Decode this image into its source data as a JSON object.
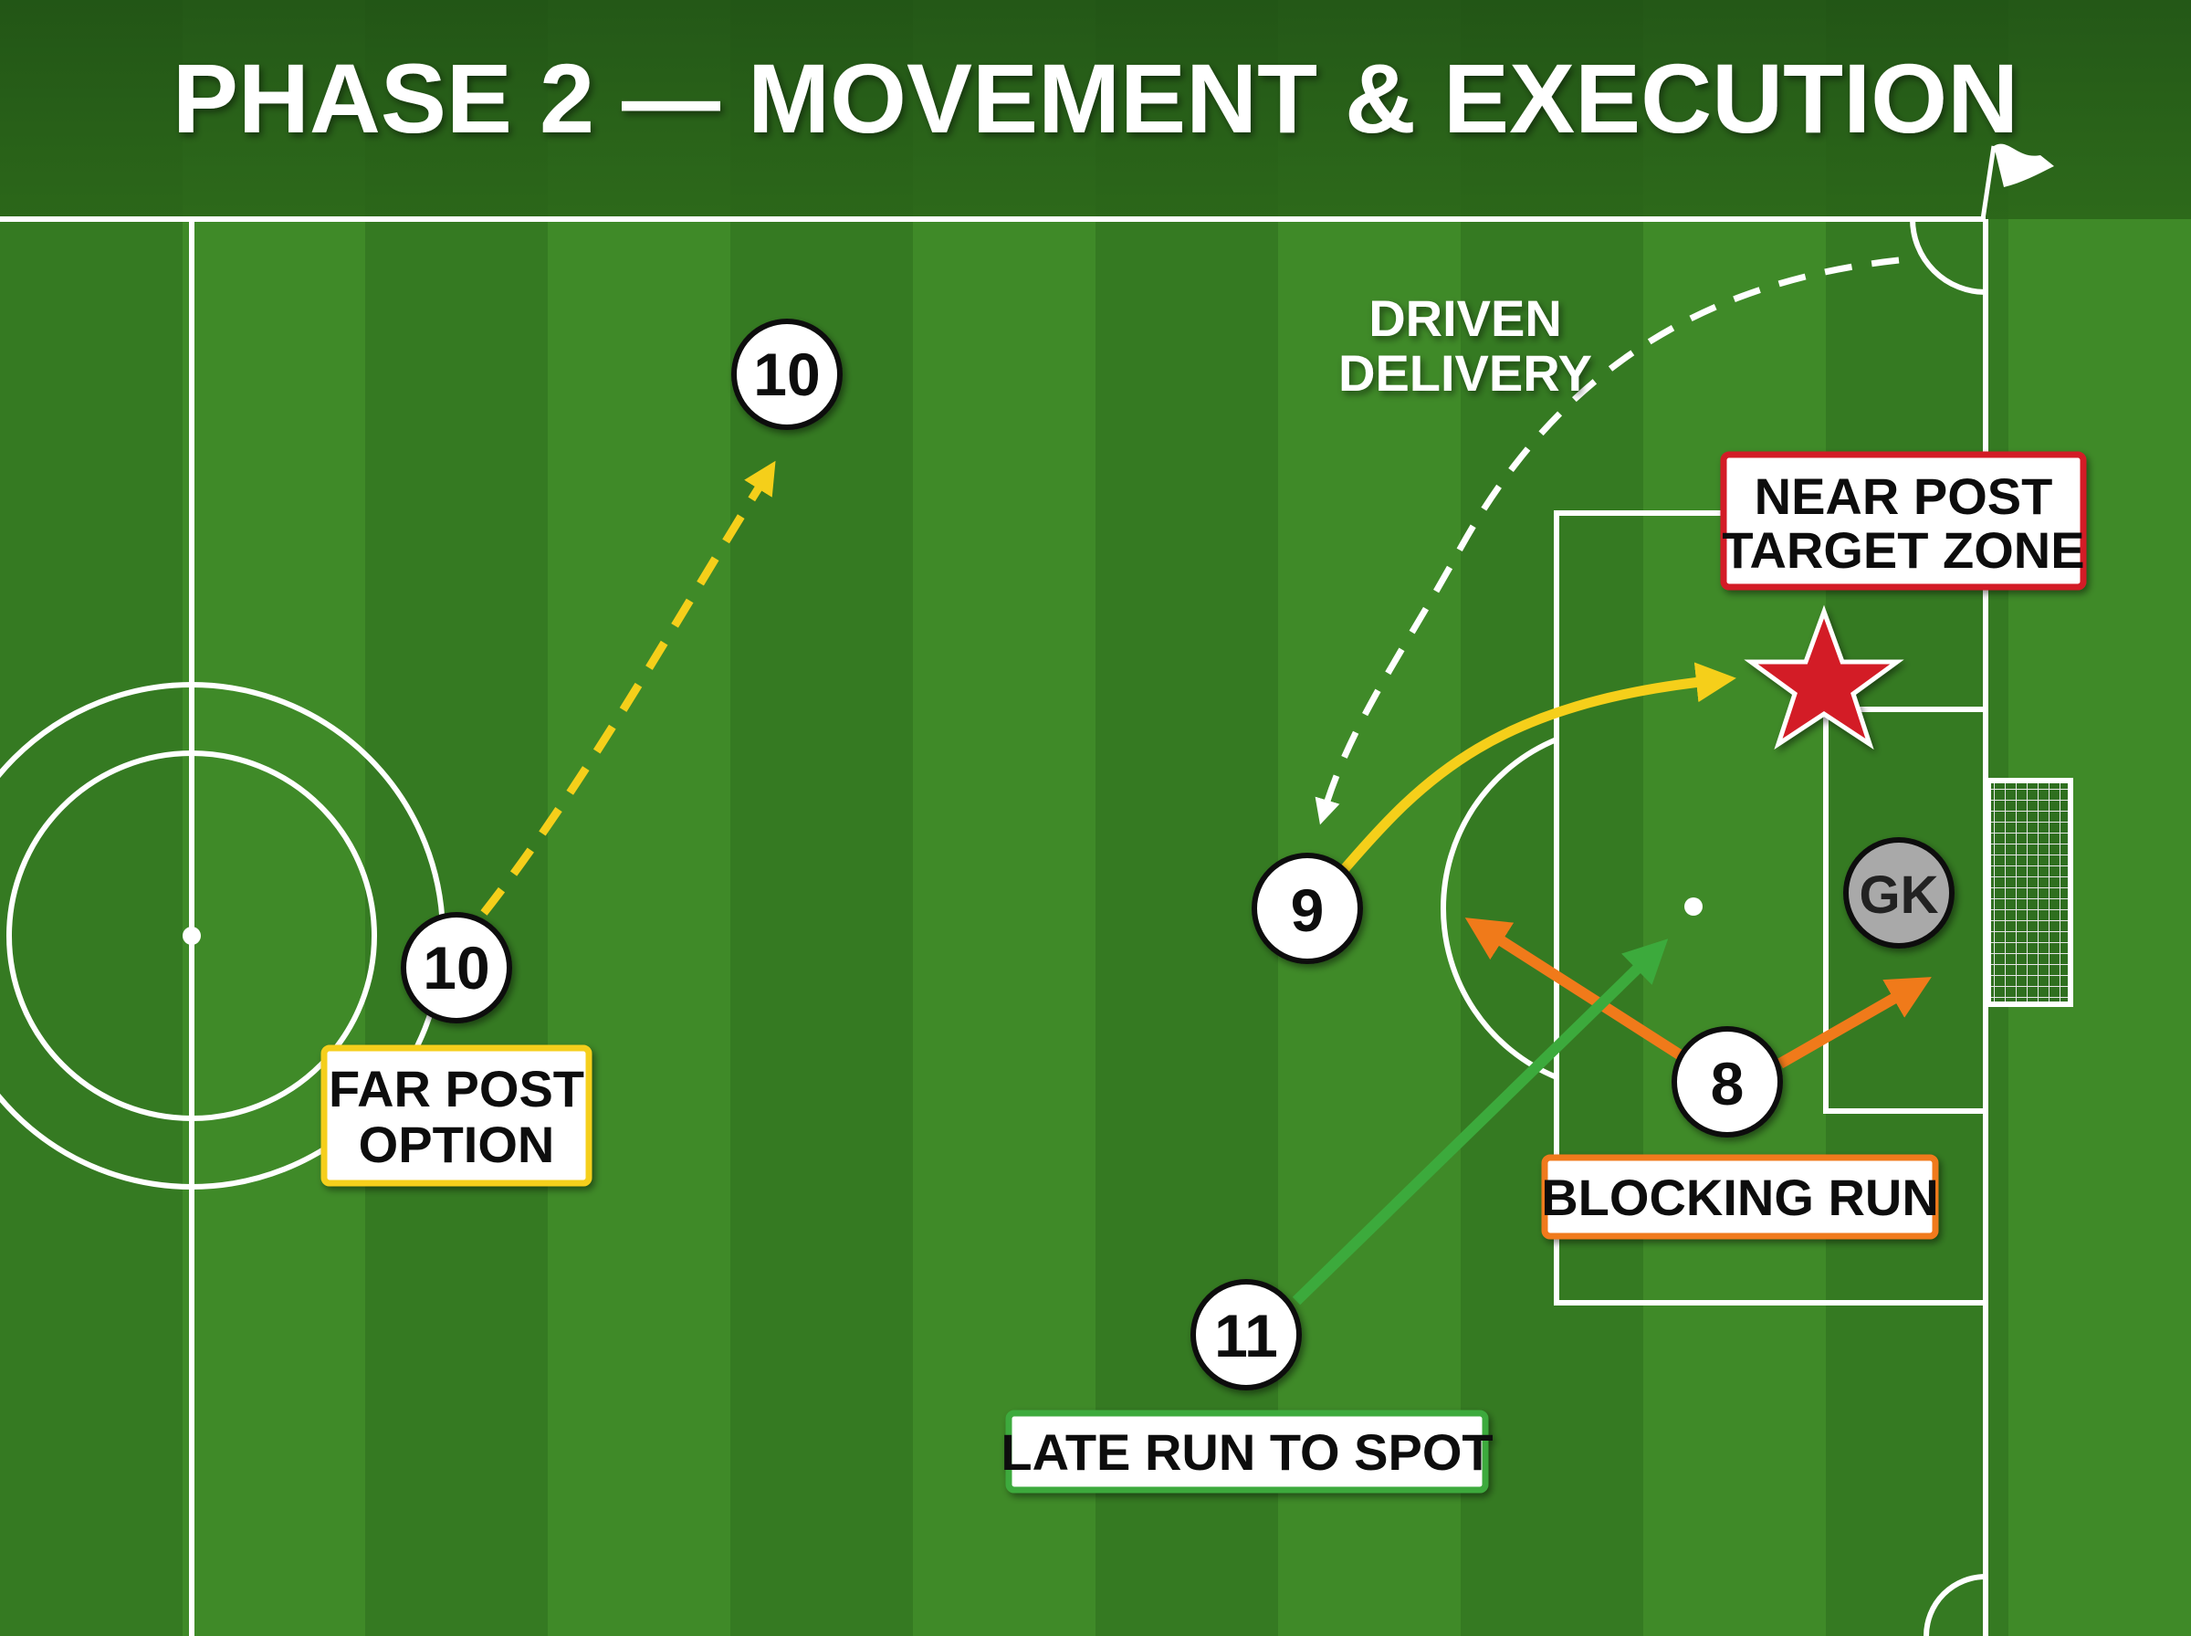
{
  "title": "PHASE 2 — MOVEMENT & EXECUTION",
  "colors": {
    "pitch_dark": "#2e6b1c",
    "pitch_light": "#3b8526",
    "lines": "#ffffff",
    "yellow": "#f5cf1a",
    "orange": "#f07a1a",
    "green": "#3caa3c",
    "red": "#d31f26",
    "white_dash": "#ffffff",
    "keeper": "#a9a9a9"
  },
  "players": {
    "p10_start": "10",
    "p10_end": "10",
    "p9": "9",
    "p8": "8",
    "p11": "11",
    "gk": "GK"
  },
  "labels": {
    "driven_delivery": [
      "DRIVEN",
      "DELIVERY"
    ],
    "near_post": [
      "NEAR POST",
      "TARGET ZONE"
    ],
    "far_post": [
      "FAR POST",
      "OPTION"
    ],
    "blocking_run": "BLOCKING RUN",
    "late_run": "LATE RUN TO SPOT"
  }
}
